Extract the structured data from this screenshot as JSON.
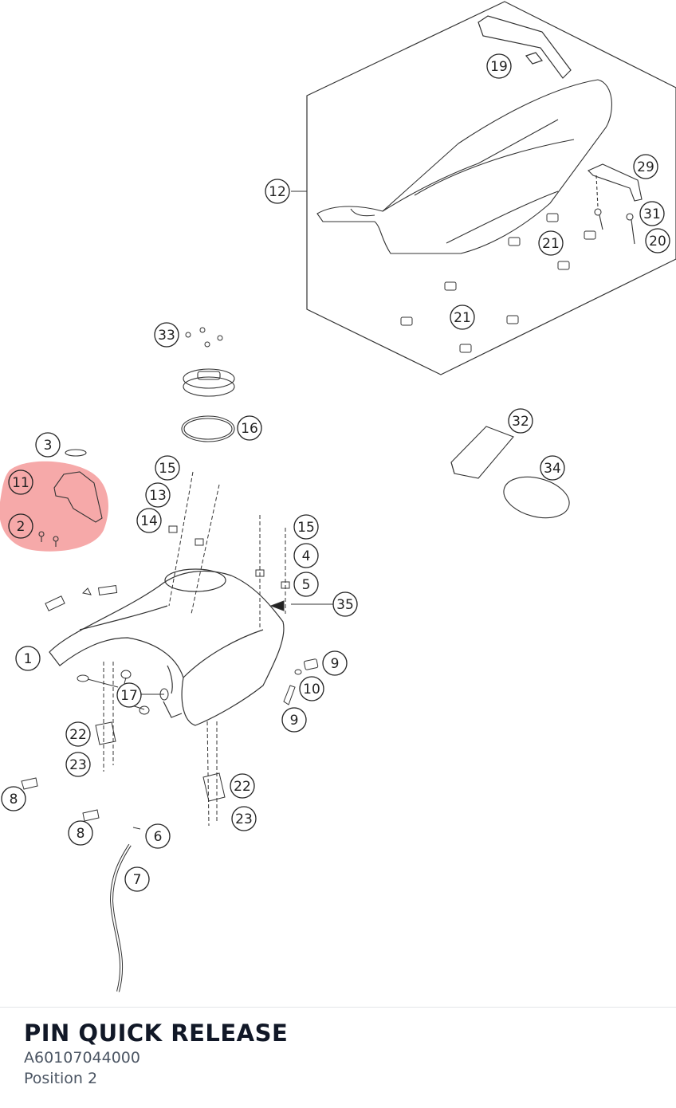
{
  "part": {
    "name": "PIN QUICK RELEASE",
    "number": "A60107044000",
    "position": "Position 2"
  },
  "highlight": {
    "color": "#f28b8b",
    "items": [
      "11",
      "2"
    ]
  },
  "callouts": {
    "c19": "19",
    "c12": "12",
    "c29": "29",
    "c31": "31",
    "c20": "20",
    "c21a": "21",
    "c21b": "21",
    "c33": "33",
    "c16": "16",
    "c32": "32",
    "c34": "34",
    "c3": "3",
    "c11": "11",
    "c2": "2",
    "c15a": "15",
    "c13": "13",
    "c14": "14",
    "c15b": "15",
    "c4": "4",
    "c5": "5",
    "c35": "35",
    "c1": "1",
    "c9a": "9",
    "c10": "10",
    "c9b": "9",
    "c17": "17",
    "c22a": "22",
    "c23a": "23",
    "c8a": "8",
    "c8b": "8",
    "c22b": "22",
    "c23b": "23",
    "c6": "6",
    "c7": "7"
  }
}
